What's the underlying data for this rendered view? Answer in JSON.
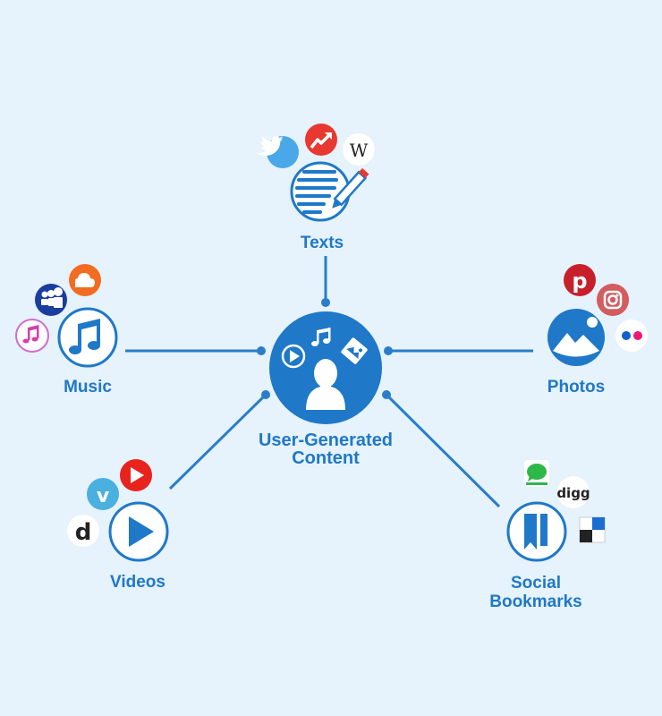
{
  "center": {
    "title_line1": "User-Generated",
    "title_line2": "Content"
  },
  "categories": {
    "texts": {
      "label": "Texts",
      "icons": [
        "twitter-icon",
        "trending-arrow-icon",
        "wikipedia-icon"
      ]
    },
    "music": {
      "label": "Music",
      "icons": [
        "soundcloud-icon",
        "myspace-icon",
        "itunes-icon"
      ]
    },
    "photos": {
      "label": "Photos",
      "icons": [
        "pinterest-icon",
        "instagram-icon",
        "flickr-icon"
      ]
    },
    "videos": {
      "label": "Videos",
      "icons": [
        "youtube-icon",
        "vimeo-icon",
        "dailymotion-icon"
      ]
    },
    "bookmarks": {
      "label_line1": "Social",
      "label_line2": "Bookmarks",
      "icons": [
        "bookmark-chat-icon",
        "digg-icon",
        "delicious-icon"
      ],
      "digg_text": "digg"
    }
  },
  "colors": {
    "background": "#e6f2fc",
    "primary": "#1f78c8",
    "twitter": "#4aa8e8",
    "red": "#e8382f",
    "soundcloud": "#f26d21",
    "myspace": "#1a3d9e",
    "pinterest": "#c8202b",
    "vimeo": "#4ab0e0",
    "chat_green": "#2db84a",
    "flickr_blue": "#1060d0",
    "flickr_pink": "#ee1677"
  }
}
